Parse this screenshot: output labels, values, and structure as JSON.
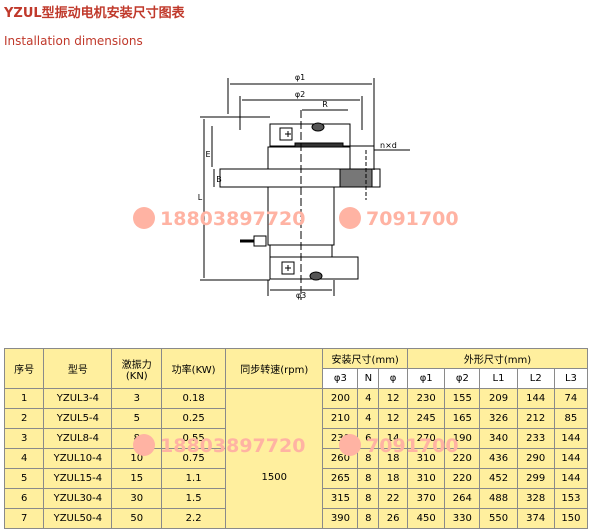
{
  "page": {
    "title": "YZUL型振动电机安装尺寸图表",
    "subtitle": "Installation dimensions"
  },
  "drawing": {
    "labels": {
      "phi1": "φ1",
      "phi2": "φ2",
      "r": "R",
      "nxd": "n×d",
      "e": "E",
      "b": "B",
      "l": "L",
      "phi3": "φ3"
    }
  },
  "watermark": {
    "phone": "18803897720",
    "phone2": "7091700"
  },
  "table": {
    "headers": {
      "seq": "序号",
      "model": "型号",
      "force": "激振力\n(KN)",
      "power": "功率(KW)",
      "speed": "同步转速(rpm)",
      "install": "安装尺寸(mm)",
      "outline": "外形尺寸(mm)"
    },
    "subheaders": [
      "φ3",
      "N",
      "φ",
      "φ1",
      "φ2",
      "L1",
      "L2",
      "L3"
    ],
    "speed_value": "1500",
    "rows": [
      [
        "1",
        "YZUL3-4",
        "3",
        "0.18",
        "200",
        "4",
        "12",
        "230",
        "155",
        "209",
        "144",
        "74"
      ],
      [
        "2",
        "YZUL5-4",
        "5",
        "0.25",
        "210",
        "4",
        "12",
        "245",
        "165",
        "326",
        "212",
        "85"
      ],
      [
        "3",
        "YZUL8-4",
        "8",
        "0.55",
        "230",
        "6",
        "14",
        "270",
        "190",
        "340",
        "233",
        "144"
      ],
      [
        "4",
        "YZUL10-4",
        "10",
        "0.75",
        "260",
        "8",
        "18",
        "310",
        "220",
        "436",
        "290",
        "144"
      ],
      [
        "5",
        "YZUL15-4",
        "15",
        "1.1",
        "265",
        "8",
        "18",
        "310",
        "220",
        "452",
        "299",
        "144"
      ],
      [
        "6",
        "YZUL30-4",
        "30",
        "1.5",
        "315",
        "8",
        "22",
        "370",
        "264",
        "488",
        "328",
        "153"
      ],
      [
        "7",
        "YZUL50-4",
        "50",
        "2.2",
        "390",
        "8",
        "26",
        "450",
        "330",
        "550",
        "374",
        "150"
      ]
    ]
  }
}
